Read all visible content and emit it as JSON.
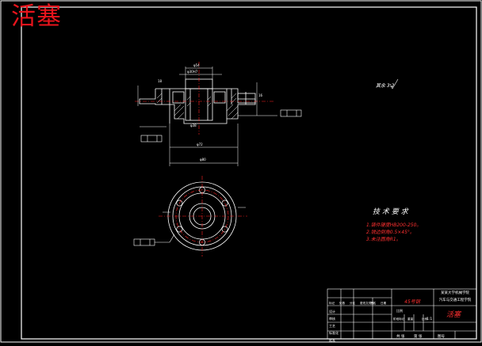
{
  "overlay_title": "活塞",
  "drawing": {
    "roughness_note": "其余 3.2",
    "tech_requirements": {
      "title": "技 术 要 求",
      "items": [
        "1.铸件硬度HB200-250。",
        "2.锐边倒角0.5×45°。",
        "3.未注圆角R1。"
      ]
    },
    "title_block": {
      "material": "45号钢",
      "school_line1": "某某大学机械学院",
      "school_line2": "汽车与交通工程学院",
      "part_name": "活塞",
      "scale_label": "比例",
      "scale_value": "1:1",
      "drawing_no_label": "图号",
      "row_labels": [
        "设计",
        "审核",
        "工艺",
        "标准化",
        "批准"
      ],
      "col_labels": [
        "标记",
        "处数",
        "分区",
        "更改文件号",
        "签名",
        "日期"
      ],
      "bottom_labels": [
        "共 张",
        "第 张"
      ],
      "stage_labels": [
        "阶段标记",
        "重量",
        "比例"
      ]
    }
  }
}
